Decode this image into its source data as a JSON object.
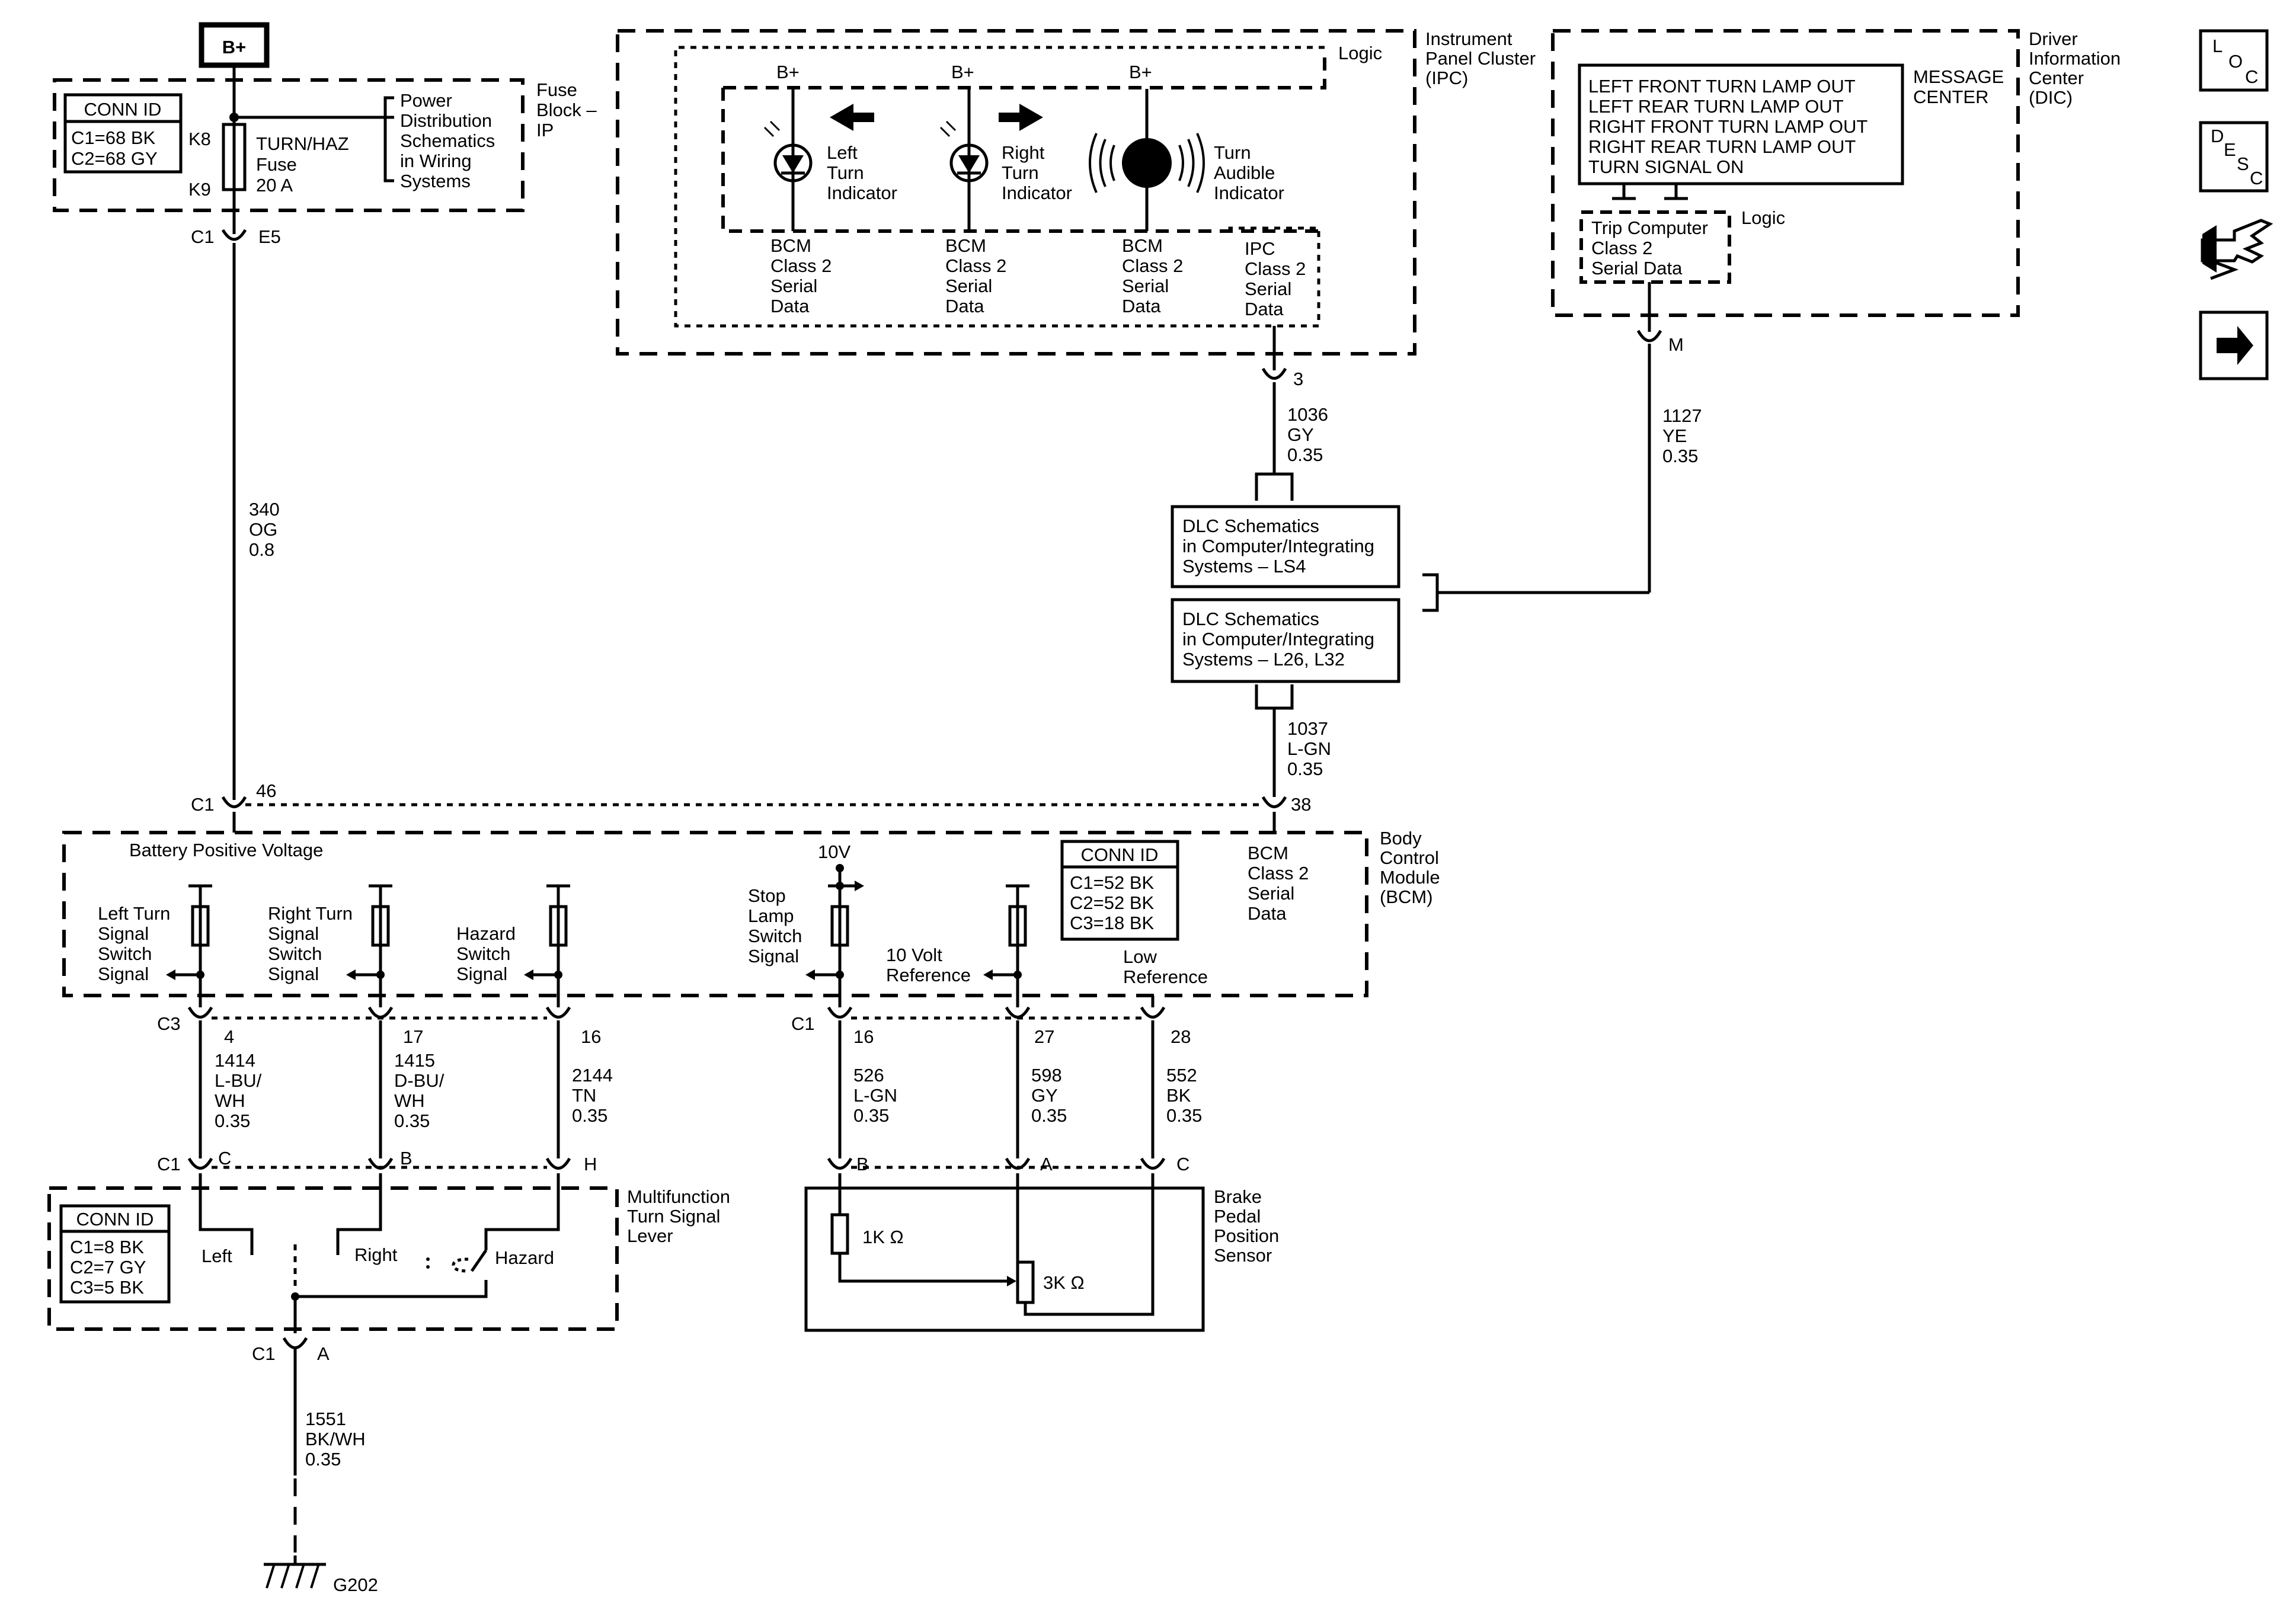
{
  "battery": {
    "label": "B+"
  },
  "fuse_block": {
    "title": [
      "Fuse",
      "Block –",
      "IP"
    ],
    "conn_id": {
      "header": "CONN ID",
      "rows": [
        "C1=68 BK",
        "C2=68 GY"
      ]
    },
    "pins": {
      "top": "K8",
      "bottom": "K9"
    },
    "fuse": [
      "TURN/HAZ",
      "Fuse",
      "20 A"
    ],
    "pd_ref": [
      "Power",
      "Distribution",
      "Schematics",
      "in Wiring",
      "Systems"
    ],
    "out_conn": {
      "c": "C1",
      "pin": "E5"
    }
  },
  "wire_340": [
    "340",
    "OG",
    "0.8"
  ],
  "ipc": {
    "title": [
      "Instrument",
      "Panel Cluster",
      "(IPC)"
    ],
    "logic": "Logic",
    "bplus": "B+",
    "left": [
      "Left",
      "Turn",
      "Indicator"
    ],
    "right": [
      "Right",
      "Turn",
      "Indicator"
    ],
    "audible": [
      "Turn",
      "Audible",
      "Indicator"
    ],
    "bcm_serial": [
      "BCM",
      "Class 2",
      "Serial",
      "Data"
    ],
    "ipc_serial": [
      "IPC",
      "Class 2",
      "Serial",
      "Data"
    ],
    "pin": "3"
  },
  "wire_1036": [
    "1036",
    "GY",
    "0.35"
  ],
  "dic": {
    "title": [
      "Driver",
      "Information",
      "Center",
      "(DIC)"
    ],
    "msg_title": [
      "MESSAGE",
      "CENTER"
    ],
    "messages": [
      "LEFT FRONT TURN LAMP OUT",
      "LEFT REAR TURN LAMP OUT",
      "RIGHT FRONT TURN LAMP OUT",
      "RIGHT REAR TURN LAMP OUT",
      "TURN SIGNAL ON"
    ],
    "trip": [
      "Trip Computer",
      "Class 2",
      "Serial Data"
    ],
    "logic": "Logic",
    "pin": "M"
  },
  "wire_1127": [
    "1127",
    "YE",
    "0.35"
  ],
  "dlc1": [
    "DLC Schematics",
    "in Computer/Integrating",
    "Systems – LS4"
  ],
  "dlc2": [
    "DLC Schematics",
    "in Computer/Integrating",
    "Systems – L26, L32"
  ],
  "wire_1037": [
    "1037",
    "L-GN",
    "0.35"
  ],
  "bcm": {
    "title": [
      "Body",
      "Control",
      "Module",
      "(BCM)"
    ],
    "c1_top": {
      "c": "C1",
      "pin46": "46",
      "pin38": "38"
    },
    "batt": "Battery Positive Voltage",
    "serial": [
      "BCM",
      "Class 2",
      "Serial",
      "Data"
    ],
    "conn_id": {
      "header": "CONN ID",
      "rows": [
        "C1=52 BK",
        "C2=52 BK",
        "C3=18 BK"
      ]
    },
    "left_sw": [
      "Left Turn",
      "Signal",
      "Switch",
      "Signal"
    ],
    "right_sw": [
      "Right Turn",
      "Signal",
      "Switch",
      "Signal"
    ],
    "haz_sw": [
      "Hazard",
      "Switch",
      "Signal"
    ],
    "ten_v": "10V",
    "stop_sw": [
      "Stop",
      "Lamp",
      "Switch",
      "Signal"
    ],
    "ref10": [
      "10 Volt",
      "Reference"
    ],
    "lowref": [
      "Low",
      "Reference"
    ],
    "c3": "C3",
    "c3_pins": [
      "4",
      "17",
      "16"
    ],
    "c1": "C1",
    "c1_pins": [
      "16",
      "27",
      "28"
    ]
  },
  "wires_mid": [
    [
      "1414",
      "L-BU/",
      "WH",
      "0.35"
    ],
    [
      "1415",
      "D-BU/",
      "WH",
      "0.35"
    ],
    [
      "2144",
      "TN",
      "0.35"
    ],
    [
      "526",
      "L-GN",
      "0.35"
    ],
    [
      "598",
      "GY",
      "0.35"
    ],
    [
      "552",
      "BK",
      "0.35"
    ]
  ],
  "mfl": {
    "title": [
      "Multifunction",
      "Turn Signal",
      "Lever"
    ],
    "conn_id": {
      "header": "CONN ID",
      "rows": [
        "C1=8 BK",
        "C2=7 GY",
        "C3=5 BK"
      ]
    },
    "c": "C1",
    "pins": [
      "C",
      "B",
      "H"
    ],
    "left": "Left",
    "right": "Right",
    "hazard": "Hazard",
    "out": {
      "c": "C1",
      "pin": "A"
    }
  },
  "bpps": {
    "title": [
      "Brake",
      "Pedal",
      "Position",
      "Sensor"
    ],
    "pins": [
      "B",
      "A",
      "C"
    ],
    "r1": "1K Ω",
    "r2": "3K Ω"
  },
  "wire_1551": [
    "1551",
    "BK/WH",
    "0.35"
  ],
  "ground": "G202",
  "side_icons": [
    "loc-icon",
    "desc-icon",
    "connector-tool-icon",
    "next-arrow-icon"
  ],
  "side_icon_text": {
    "loc": [
      "L",
      "O",
      "C"
    ],
    "desc": [
      "D",
      "E",
      "S",
      "C"
    ]
  }
}
